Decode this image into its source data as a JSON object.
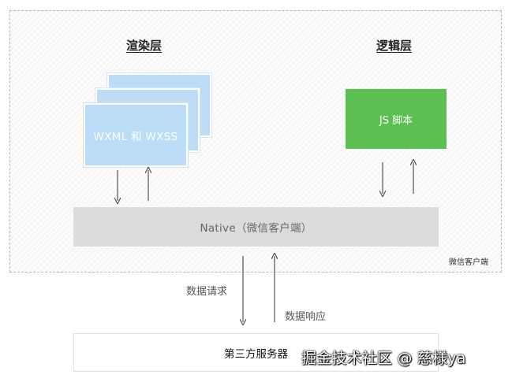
{
  "render_layer": {
    "title": "渲染层",
    "card_label": "WXML 和 WXSS"
  },
  "logic_layer": {
    "title": "逻辑层",
    "card_label": "JS 脚本"
  },
  "native": {
    "label": "Native（微信客户端）"
  },
  "client_frame": {
    "label": "微信客户端"
  },
  "flows": {
    "request_label": "数据请求",
    "response_label": "数据响应"
  },
  "server": {
    "label": "第三方服务器"
  },
  "watermark": {
    "text": "掘金技术社区 @ 慈様ya"
  },
  "colors": {
    "render_card": "#bcdcf7",
    "logic_card": "#5cbf51",
    "native_bar": "#dcdcdc",
    "arrow": "#555555"
  }
}
